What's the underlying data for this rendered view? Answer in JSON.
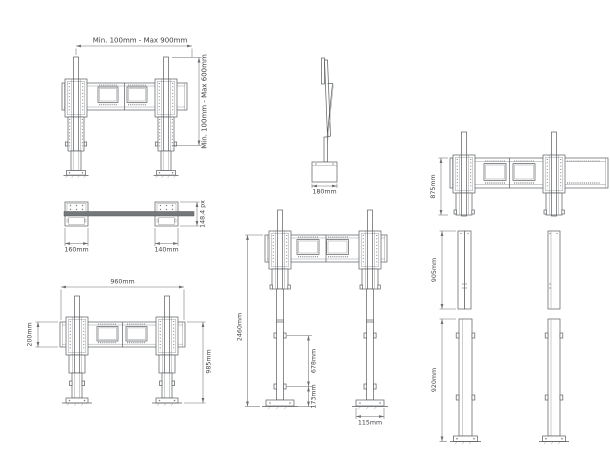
{
  "meta": {
    "description": "Technical dimension drawing of a dual-pillar display floor stand, eight orthographic views",
    "background": "#ffffff",
    "line_color": "#5a5d60",
    "dim_color": "#6b6e71",
    "text_color": "#3f4246"
  },
  "views": {
    "front_adjustable": {
      "dim_width": "Min. 100mm - Max 900mm",
      "dim_height": "Min. 100mm - Max 600mm"
    },
    "side": {
      "dim_depth": "180mm"
    },
    "front_fixed": {
      "dim_height": "875mm"
    },
    "columns_upper": {
      "dim_height": "905mm"
    },
    "columns_lower": {
      "dim_height": "920mm"
    },
    "plan": {
      "dim_foot_left": "160mm",
      "dim_foot_right": "140mm",
      "dim_depth": "148.4 px"
    },
    "front_stand": {
      "dim_width": "960mm",
      "dim_plate_height": "200mm",
      "dim_total_height": "985mm"
    },
    "front_tall": {
      "dim_total_height": "2460mm",
      "dim_pole": "678mm",
      "dim_lower": "173mm",
      "dim_foot_width": "115mm"
    }
  }
}
